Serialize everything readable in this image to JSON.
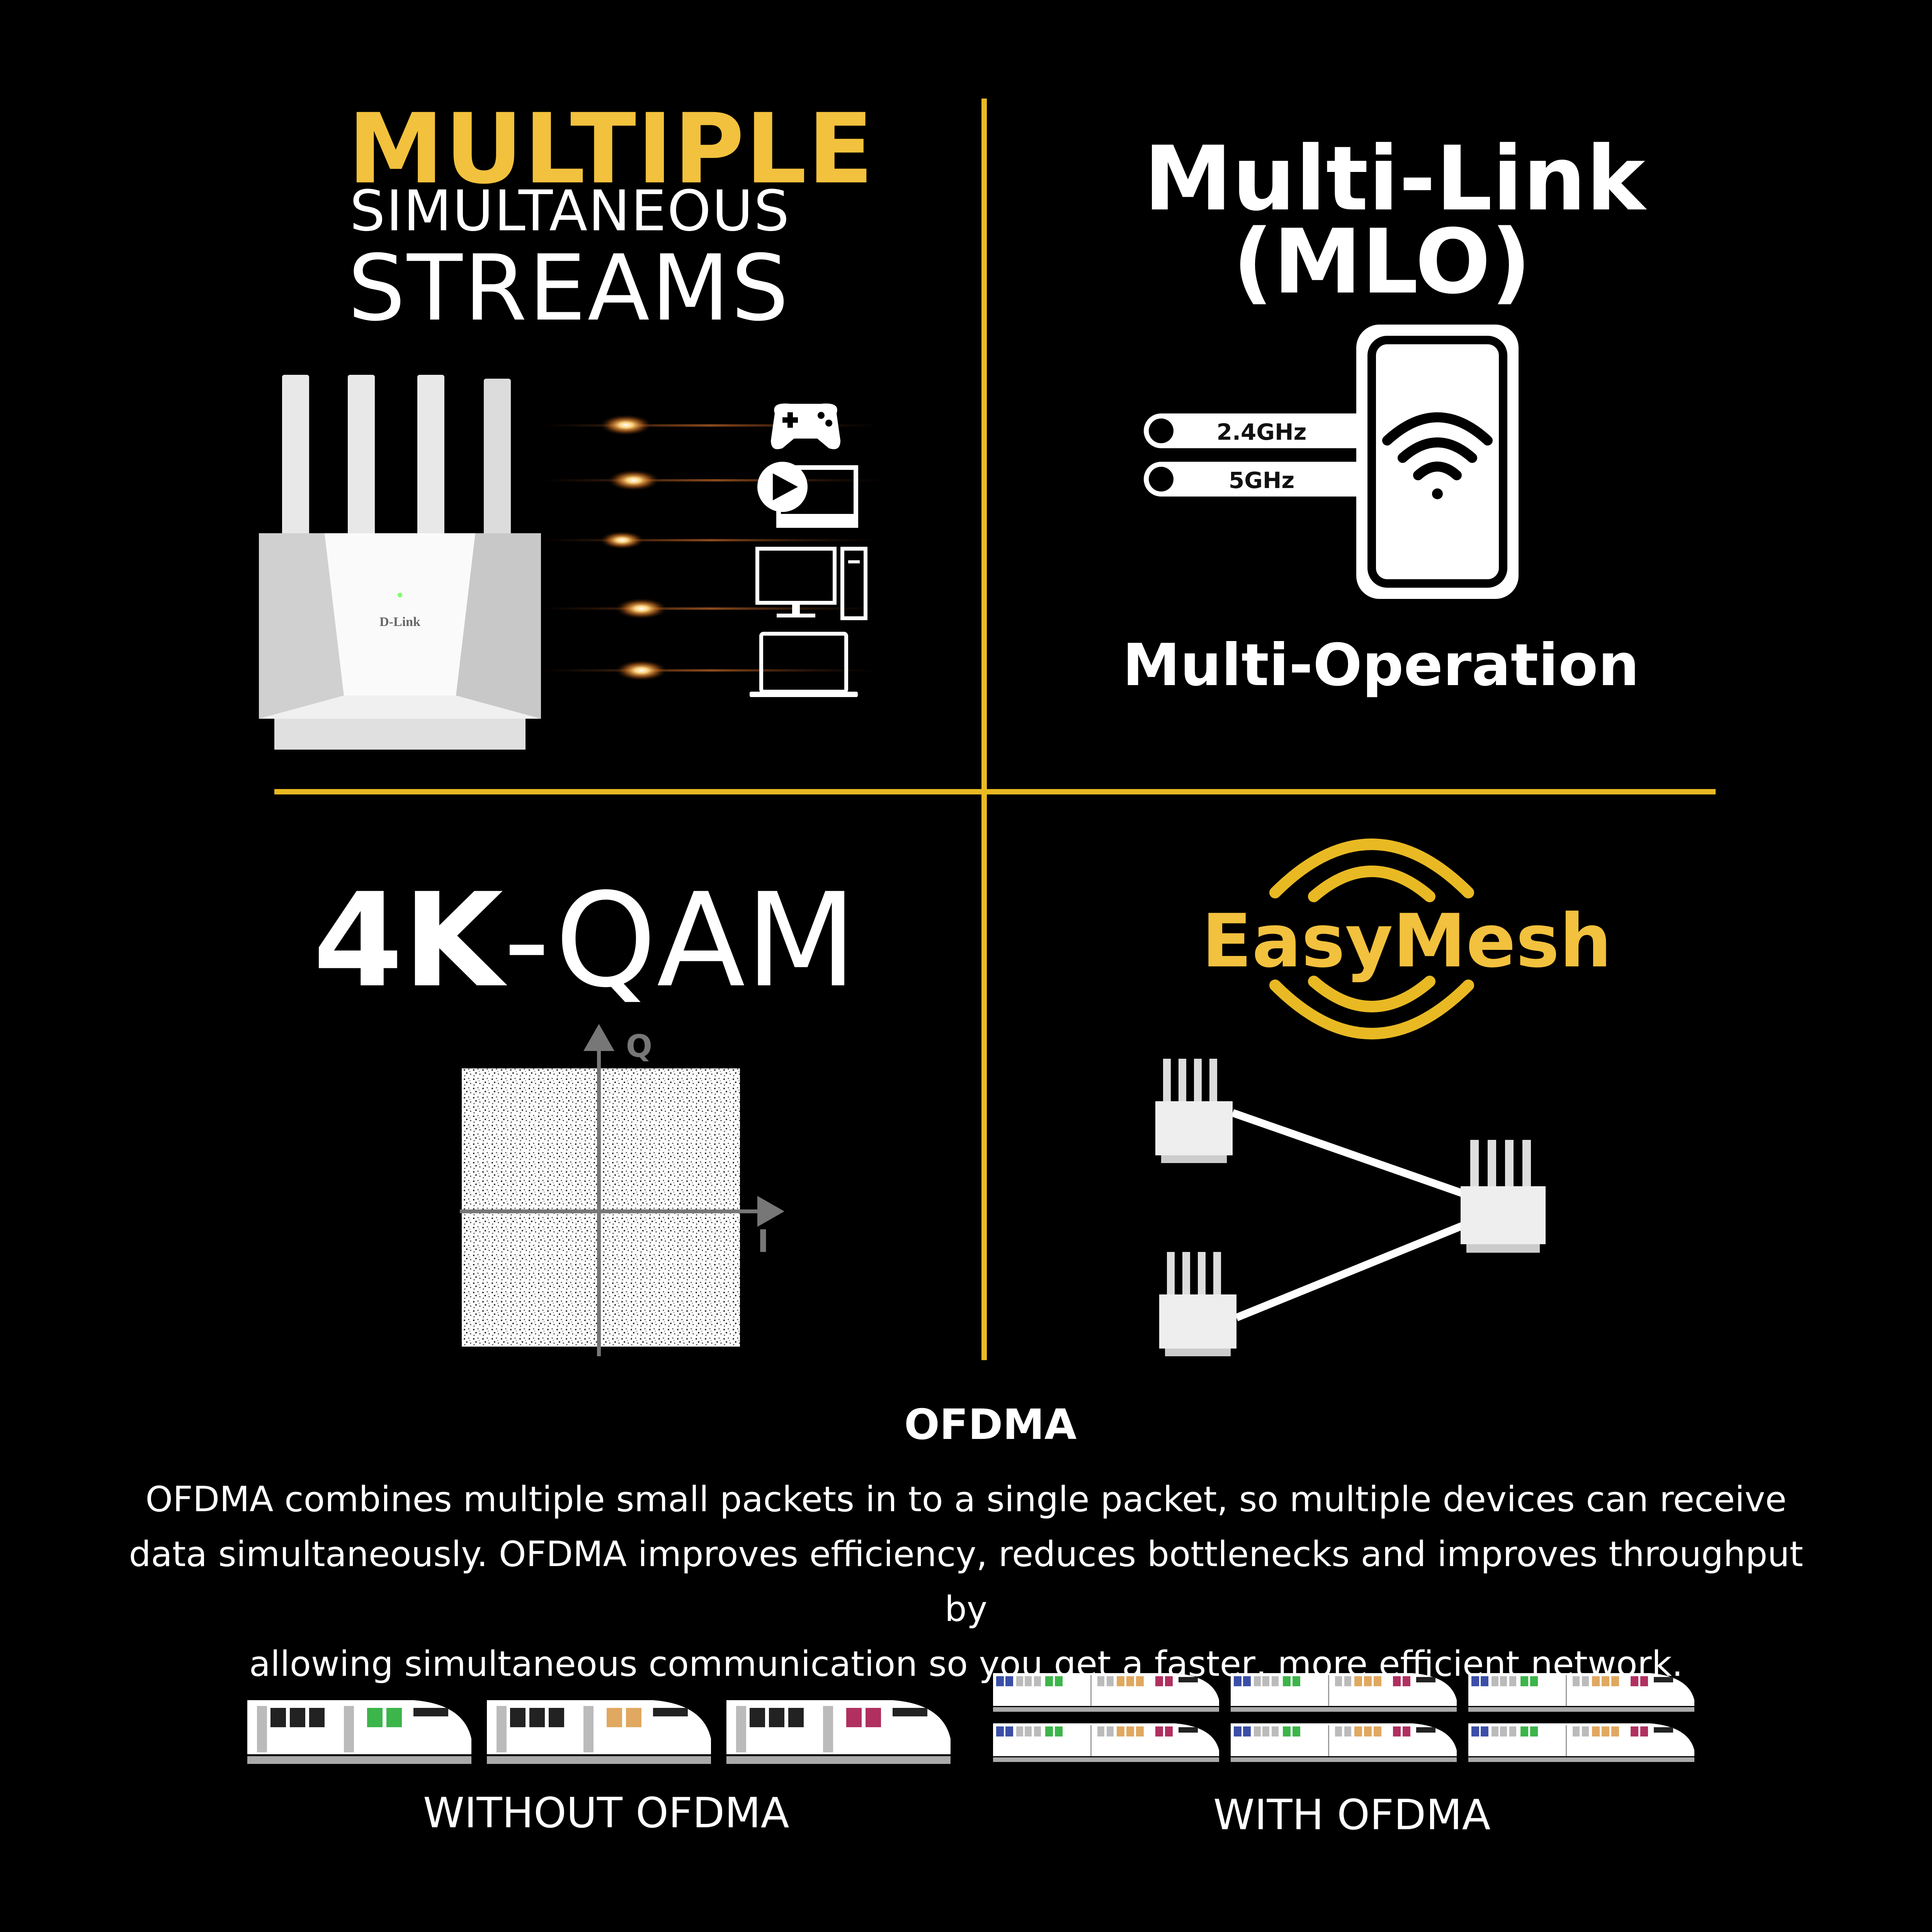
{
  "colors": {
    "accent": "#e8b923",
    "accent_text": "#f2c13d",
    "background": "#000000",
    "text": "#ffffff",
    "green": "#3cb54a",
    "orange": "#e0a860",
    "magenta": "#b03060",
    "blue": "#3b4fa8"
  },
  "q1": {
    "line1": "MULTIPLE",
    "line2": "SIMULTANEOUS",
    "line3": "STREAMS",
    "router_brand": "D-Link",
    "icons": [
      "gamepad-icon",
      "video-icon",
      "desktop-icon",
      "laptop-icon"
    ]
  },
  "q2": {
    "title_line1": "Multi-Link",
    "title_line2": "(MLO)",
    "band1": "2.4GHz",
    "band2": "5GHz",
    "subtitle": "Multi-Operation"
  },
  "q3": {
    "title_bold": "4K",
    "title_rest": "-QAM",
    "axis_q": "Q",
    "axis_i": "I"
  },
  "q4": {
    "title": "EasyMesh"
  },
  "ofdma": {
    "title": "OFDMA",
    "line1": "OFDMA combines multiple small packets in to  a single packet, so multiple devices can receive",
    "line2": "data simultaneously. OFDMA improves efficiency, reduces bottlenecks and improves throughput by",
    "line3": "allowing simultaneous communication so you get  a faster, more efficient network.",
    "without_label": "WITHOUT OFDMA",
    "with_label": "WITH OFDMA"
  }
}
